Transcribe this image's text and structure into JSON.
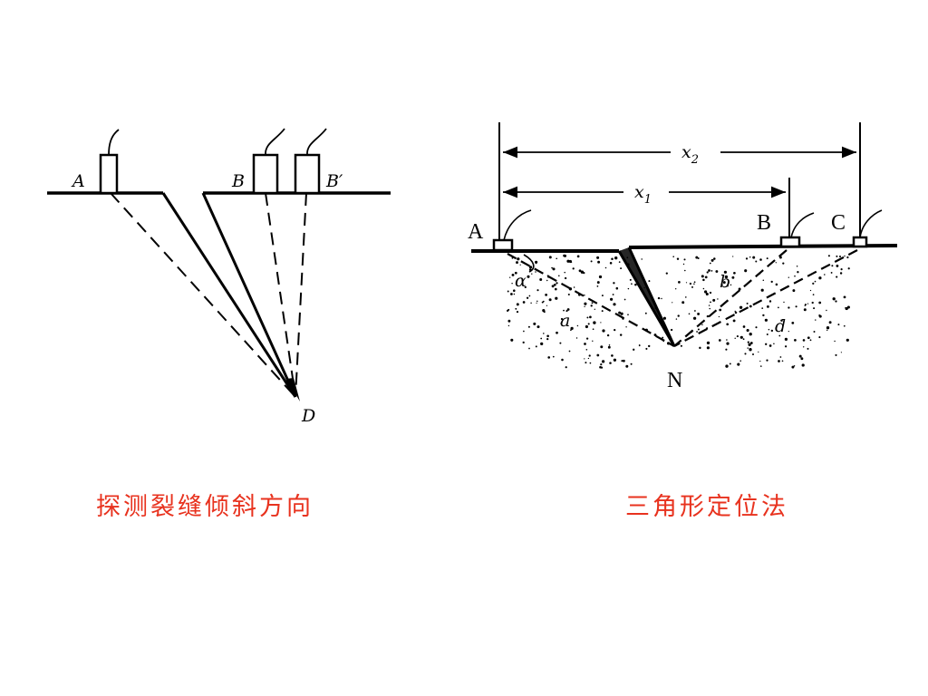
{
  "slide": {
    "colors": {
      "ink": "#000000",
      "caption": "#e8321e",
      "background": "#ffffff"
    }
  },
  "left_figure": {
    "caption": "探测裂缝倾斜方向",
    "labels": {
      "transducer_a": "A",
      "transducer_b": "B",
      "transducer_b_prime": "B′",
      "crack_tip": "D"
    }
  },
  "right_figure": {
    "caption": "三角形定位法",
    "labels": {
      "transducer_a": "A",
      "transducer_b": "B",
      "transducer_c": "C",
      "crack_tip": "N",
      "dim_x2_var": "x",
      "dim_x2_sub": "2",
      "dim_x1_var": "x",
      "dim_x1_sub": "1",
      "angle_label": "α",
      "path_a": "a",
      "path_b": "b",
      "path_d": "d"
    }
  }
}
